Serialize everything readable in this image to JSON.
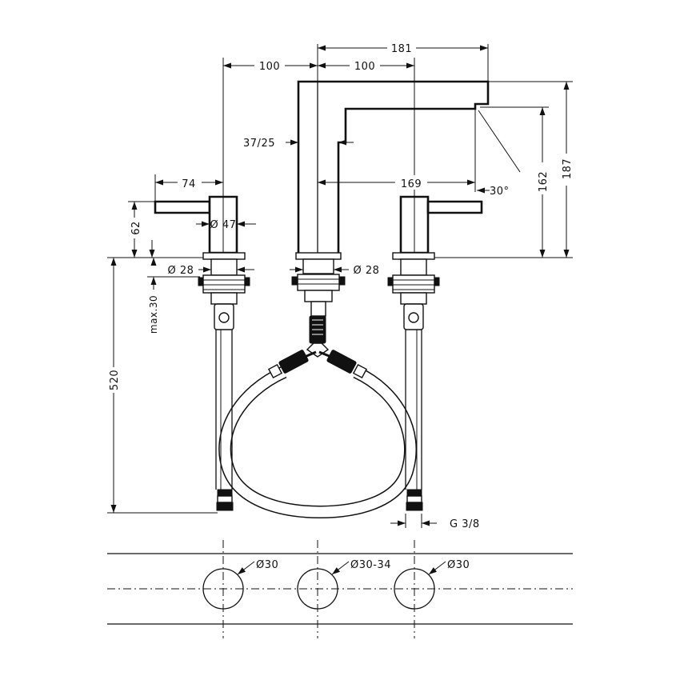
{
  "dimensions": {
    "top_181": "181",
    "left_100": "100",
    "mid_100": "100",
    "spout_37_25": "37/25",
    "reach_169": "169",
    "angle_30": "30°",
    "height_162": "162",
    "height_187": "187",
    "handle_74": "74",
    "handle_62": "62",
    "dia_47": "Ø 47",
    "dia_28_left": "Ø 28",
    "dia_28_center": "Ø 28",
    "max_30": "max.30",
    "length_520": "520",
    "thread_g38": "G 3/8"
  },
  "holes": {
    "left": "Ø30",
    "center": "Ø30-34",
    "right": "Ø30"
  }
}
